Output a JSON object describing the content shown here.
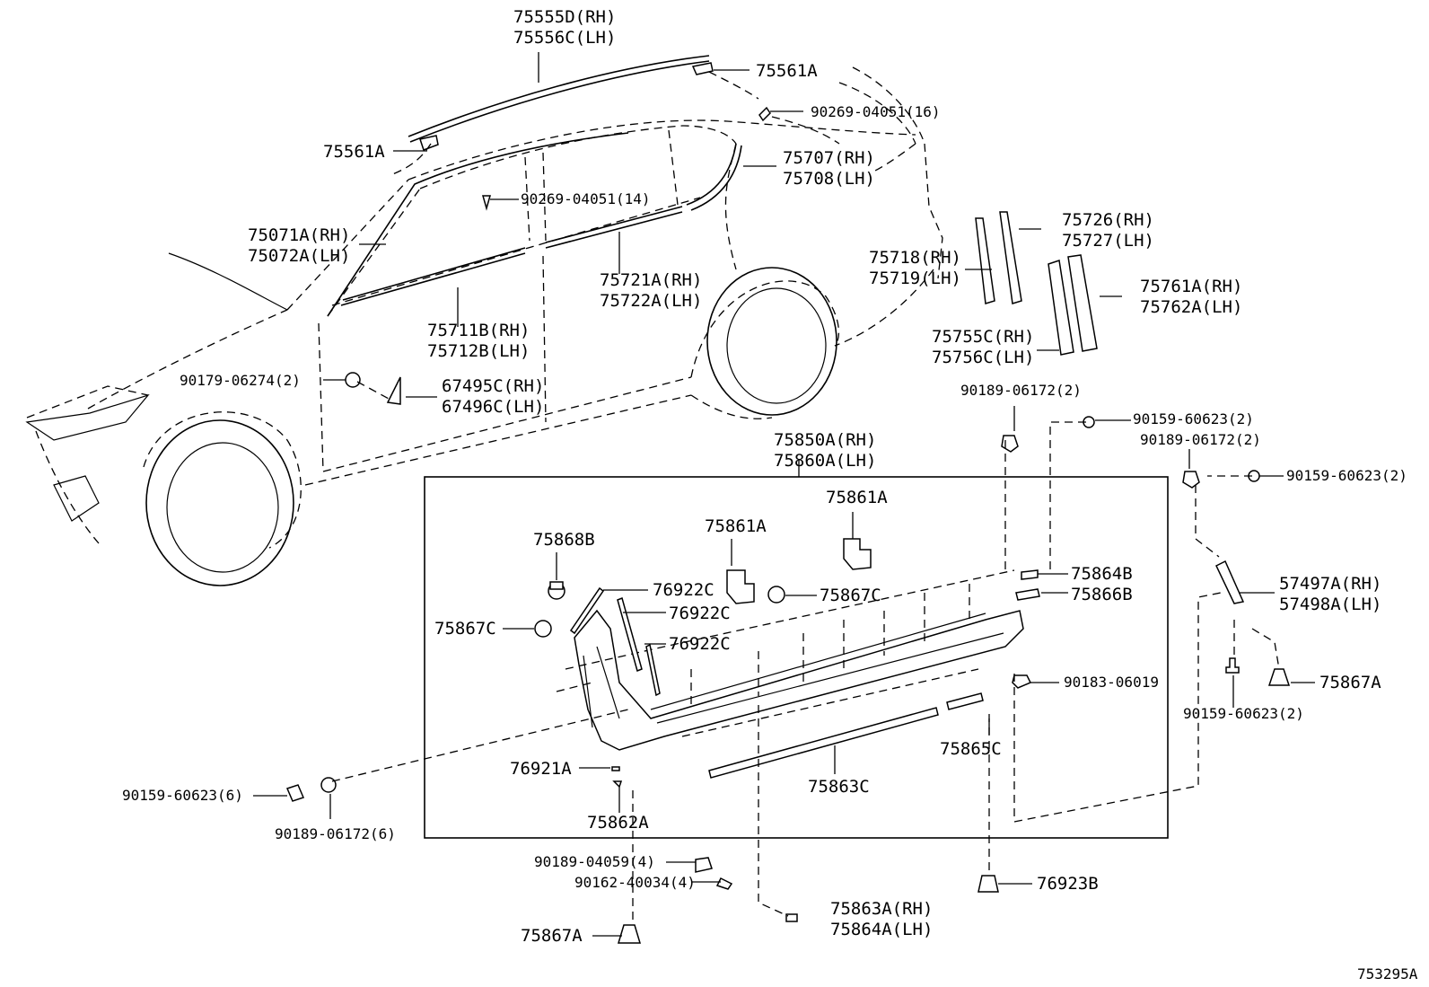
{
  "diagram_id": "753295A",
  "labels": {
    "l_75555D": "75555D(RH)",
    "l_75556C": "75556C(LH)",
    "l_75561A_top": "75561A",
    "l_90269_16": "90269-04051(16)",
    "l_75561A_left": "75561A",
    "l_75707": "75707(RH)",
    "l_75708": "75708(LH)",
    "l_90269_14": "90269-04051(14)",
    "l_75071A": "75071A(RH)",
    "l_75072A": "75072A(LH)",
    "l_75726": "75726(RH)",
    "l_75727": "75727(LH)",
    "l_75718": "75718(RH)",
    "l_75719": "75719(LH)",
    "l_75721A": "75721A(RH)",
    "l_75722A": "75722A(LH)",
    "l_75761A": "75761A(RH)",
    "l_75762A": "75762A(LH)",
    "l_75711B": "75711B(RH)",
    "l_75712B": "75712B(LH)",
    "l_75755C": "75755C(RH)",
    "l_75756C": "75756C(LH)",
    "l_90179": "90179-06274(2)",
    "l_67495C": "67495C(RH)",
    "l_67496C": "67496C(LH)",
    "l_90189_2a": "90189-06172(2)",
    "l_90159_2a": "90159-60623(2)",
    "l_90189_2b": "90189-06172(2)",
    "l_90159_2b": "90159-60623(2)",
    "l_75850A": "75850A(RH)",
    "l_75860A": "75860A(LH)",
    "l_75861A_a": "75861A",
    "l_75861A_b": "75861A",
    "l_75868B": "75868B",
    "l_76922C_a": "76922C",
    "l_76922C_b": "76922C",
    "l_76922C_c": "76922C",
    "l_75867C_a": "75867C",
    "l_75867C_b": "75867C",
    "l_75864B": "75864B",
    "l_75866B": "75866B",
    "l_57497A": "57497A(RH)",
    "l_57498A": "57498A(LH)",
    "l_90183": "90183-06019",
    "l_75867A_r": "75867A",
    "l_90159_2c": "90159-60623(2)",
    "l_75865C": "75865C",
    "l_76921A": "76921A",
    "l_75863C": "75863C",
    "l_90159_6": "90159-60623(6)",
    "l_90189_6": "90189-06172(6)",
    "l_75862A": "75862A",
    "l_90189_4": "90189-04059(4)",
    "l_90162_4": "90162-40034(4)",
    "l_76923B": "76923B",
    "l_75863A": "75863A(RH)",
    "l_75864A": "75864A(LH)",
    "l_75867A_b": "75867A"
  }
}
